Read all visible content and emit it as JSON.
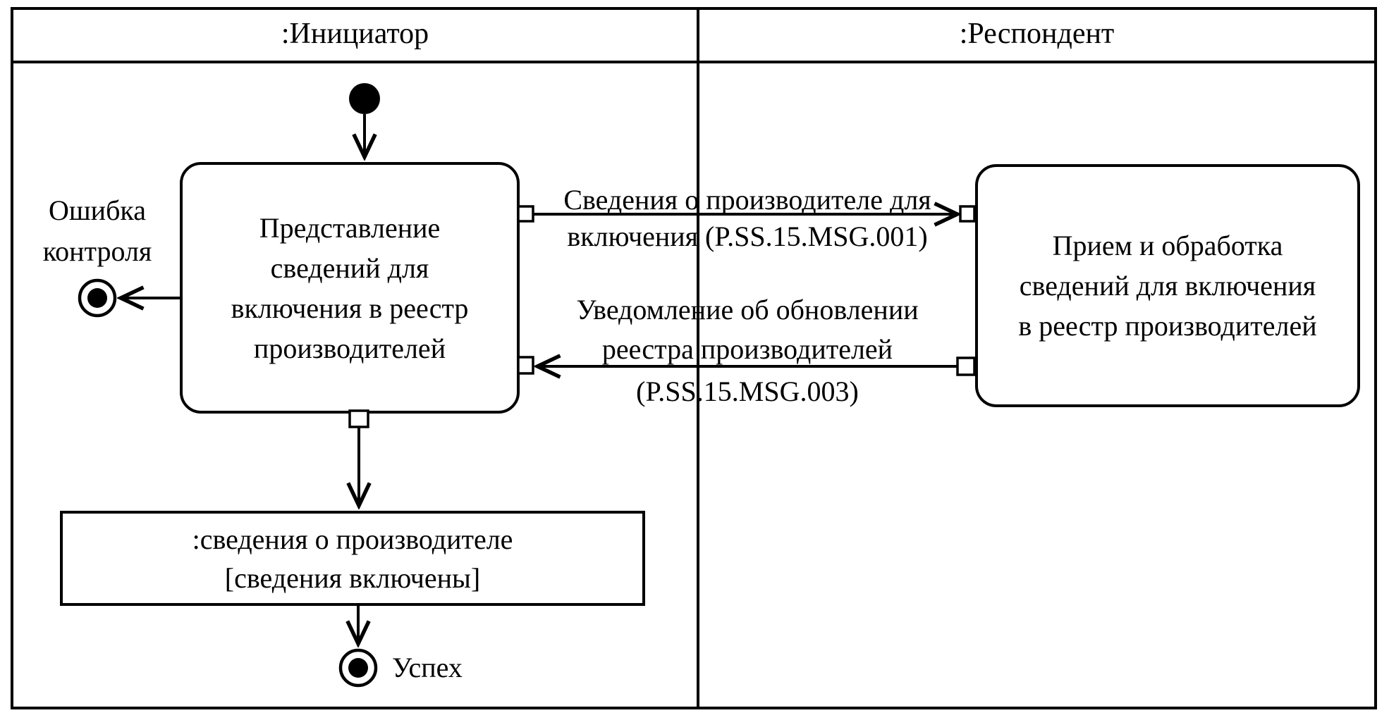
{
  "lanes": [
    {
      "label": ":Инициатор"
    },
    {
      "label": ":Респондент"
    }
  ],
  "nodes": {
    "initiator_action": {
      "label": "Представление сведений для включения в реестр производителей",
      "lines": [
        "Представление",
        "сведений для",
        "включения в реестр",
        "производителей"
      ]
    },
    "respondent_action": {
      "label": "Прием и обработка сведений для включения в реестр производителей",
      "lines": [
        "Прием и обработка",
        "сведений для включения",
        "в реестр производителей"
      ]
    },
    "object_node": {
      "lines": [
        ":сведения о производителе",
        "[сведения включены]"
      ]
    },
    "error_final": {
      "lines": [
        "Ошибка",
        "контроля"
      ]
    },
    "success_final": {
      "label": "Успех"
    }
  },
  "messages": {
    "to_respondent": {
      "lines": [
        "Сведения о производителе для",
        "включения (P.SS.15.MSG.001)"
      ]
    },
    "to_initiator": {
      "lines": [
        "Уведомление об обновлении",
        "реестра производителей",
        "(P.SS.15.MSG.003)"
      ]
    }
  },
  "colors": {
    "ink": "#000000",
    "paper": "#ffffff"
  }
}
